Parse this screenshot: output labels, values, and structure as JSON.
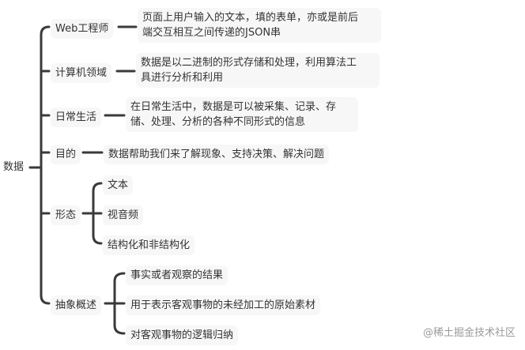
{
  "mindmap": {
    "root": "数据",
    "branches": [
      {
        "label": "Web工程师",
        "children": [
          "页面上用户输入的文本，填的表单，亦或是前后端交互相互之间传递的JSON串"
        ],
        "child_lines": [
          "页面上用户输入的文本，填的表单，亦或是前后",
          "端交互相互之间传递的JSON串"
        ]
      },
      {
        "label": "计算机领域",
        "children": [
          "数据是以二进制的形式存储和处理，利用算法工具进行分析和利用"
        ],
        "child_lines": [
          "数据是以二进制的形式存储和处理，利用算法工",
          "具进行分析和利用"
        ]
      },
      {
        "label": "日常生活",
        "children": [
          "在日常生活中，数据是可以被采集、记录、存储、处理、分析的各种不同形式的信息"
        ],
        "child_lines": [
          "在日常生活中，数据是可以被采集、记录、存",
          "储、处理、分析的各种不同形式的信息"
        ]
      },
      {
        "label": "目的",
        "children": [
          "数据帮助我们来了解现象、支持决策、解决问题"
        ]
      },
      {
        "label": "形态",
        "children": [
          "文本",
          "视音频",
          "结构化和非结构化"
        ]
      },
      {
        "label": "抽象概述",
        "children": [
          "事实或者观察的结果",
          "用于表示客观事物的未经加工的原始素材",
          "对客观事物的逻辑归纳"
        ]
      }
    ]
  },
  "watermark": "@稀土掘金技术社区",
  "colors": {
    "line": "#3a3a3a",
    "node_bg": "#f7f7f7",
    "text": "#333333"
  }
}
